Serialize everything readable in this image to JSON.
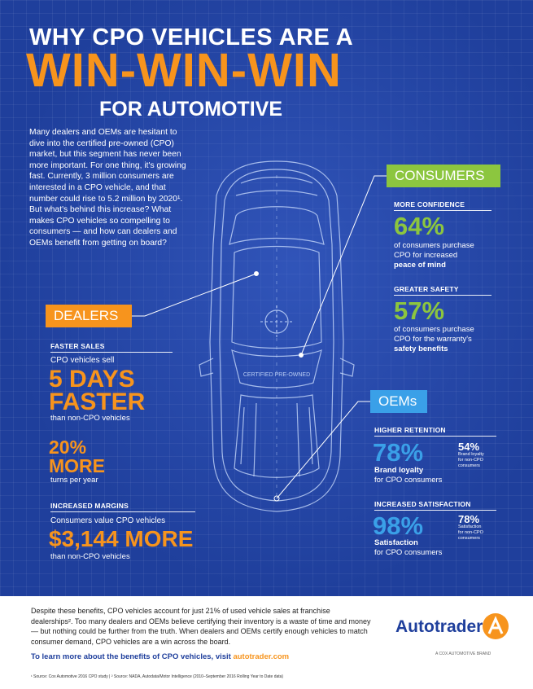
{
  "header": {
    "line1": "WHY CPO VEHICLES ARE A",
    "line2": "WIN-WIN-WIN",
    "line3": "FOR AUTOMOTIVE"
  },
  "intro": "Many dealers and OEMs are hesitant to dive into the certified pre-owned (CPO) market, but this segment has never been more important. For one thing, it's growing fast. Currently, 3 million consumers are interested in a CPO vehicle, and that number could rise to 5.2 million by 2020¹. But what's behind this increase? What makes CPO vehicles so compelling to consumers — and how can dealers and OEMs benefit from getting on board?",
  "car": {
    "plate_text": "CERTIFIED PRE-OWNED"
  },
  "consumers": {
    "label": "CONSUMERS",
    "confidence": {
      "heading": "MORE CONFIDENCE",
      "stat": "64%",
      "line1": "of consumers purchase",
      "line2": "CPO for increased",
      "line3": "peace of mind"
    },
    "safety": {
      "heading": "GREATER SAFETY",
      "stat": "57%",
      "line1": "of consumers purchase",
      "line2": "CPO for the warranty's",
      "line3": "safety benefits"
    }
  },
  "dealers": {
    "label": "DEALERS",
    "faster_sales": {
      "heading": "FASTER SALES",
      "lead": "CPO vehicles sell",
      "stat_line1": "5 DAYS",
      "stat_line2": "FASTER",
      "trail": "than non-CPO vehicles"
    },
    "turns": {
      "stat_line1": "20%",
      "stat_line2": "MORE",
      "trail": "turns per year"
    },
    "margins": {
      "heading": "INCREASED MARGINS",
      "lead": "Consumers value CPO vehicles",
      "stat": "$3,144 MORE",
      "trail": "than non-CPO vehicles"
    }
  },
  "oems": {
    "label": "OEMs",
    "retention": {
      "heading": "HIGHER RETENTION",
      "stat": "78%",
      "label_bold": "Brand loyalty",
      "label": "for CPO consumers",
      "compare_stat": "54%",
      "compare_line1": "Brand loyalty",
      "compare_line2": "for non-CPO",
      "compare_line3": "consumers"
    },
    "satisfaction": {
      "heading": "INCREASED SATISFACTION",
      "stat": "98%",
      "label_bold": "Satisfaction",
      "label": "for CPO consumers",
      "compare_stat": "78%",
      "compare_line1": "Satisfaction",
      "compare_line2": "for non-CPO",
      "compare_line3": "consumers"
    }
  },
  "footer": {
    "body": "Despite these benefits, CPO vehicles account for just 21% of used vehicle sales at franchise dealerships². Too many dealers and OEMs believe certifying their inventory is a waste of time and money — but nothing could be further from the truth. When dealers and OEMs certify enough vehicles to match consumer demand, CPO vehicles are a win across the board.",
    "cta": "To learn more about the benefits of CPO vehicles, visit",
    "cta_link": "autotrader.com",
    "sources": "¹ Source: Cox Automotive 2016 CPO study  |  ² Source: NADA, Autodata/Motor Intelligence (2010–September 2016 Rolling Year to Date data)",
    "brand": "Autotrader",
    "cox": "A COX AUTOMOTIVE BRAND"
  },
  "colors": {
    "background": "#1f3f9c",
    "orange": "#f7941d",
    "green": "#8cc63f",
    "light_blue": "#3aa0e8"
  }
}
